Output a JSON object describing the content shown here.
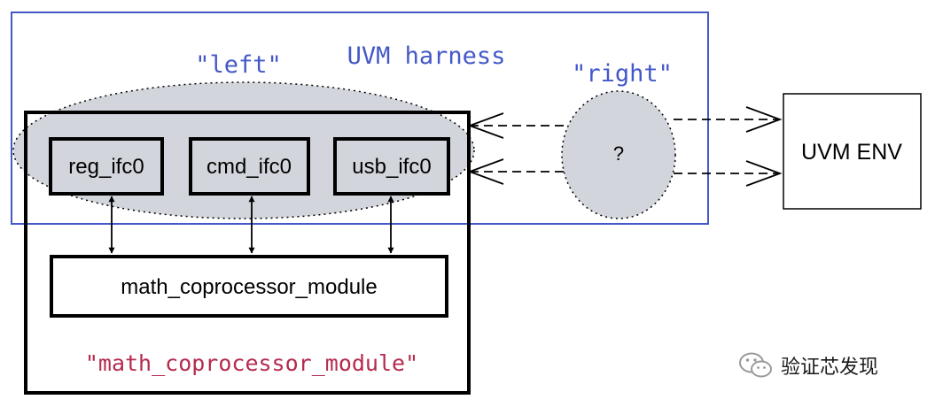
{
  "harness": {
    "title": "UVM harness",
    "color": "#4458c8"
  },
  "left_group": {
    "label": "\"left\"",
    "label_color": "#4458c8",
    "fill": "#d2d5db"
  },
  "right_group": {
    "label": "\"right\"",
    "label_color": "#4458c8",
    "node_text": "?",
    "fill": "#d2d5db"
  },
  "interfaces": [
    {
      "label": "reg_ifc0"
    },
    {
      "label": "cmd_ifc0"
    },
    {
      "label": "usb_ifc0"
    }
  ],
  "module_box": {
    "label": "math_coprocessor_module"
  },
  "module_instance": {
    "label": "\"math_coprocessor_module\"",
    "color": "#b52a4e"
  },
  "uvm_env": {
    "label": "UVM ENV"
  },
  "watermark": {
    "text": "验证芯发现"
  }
}
